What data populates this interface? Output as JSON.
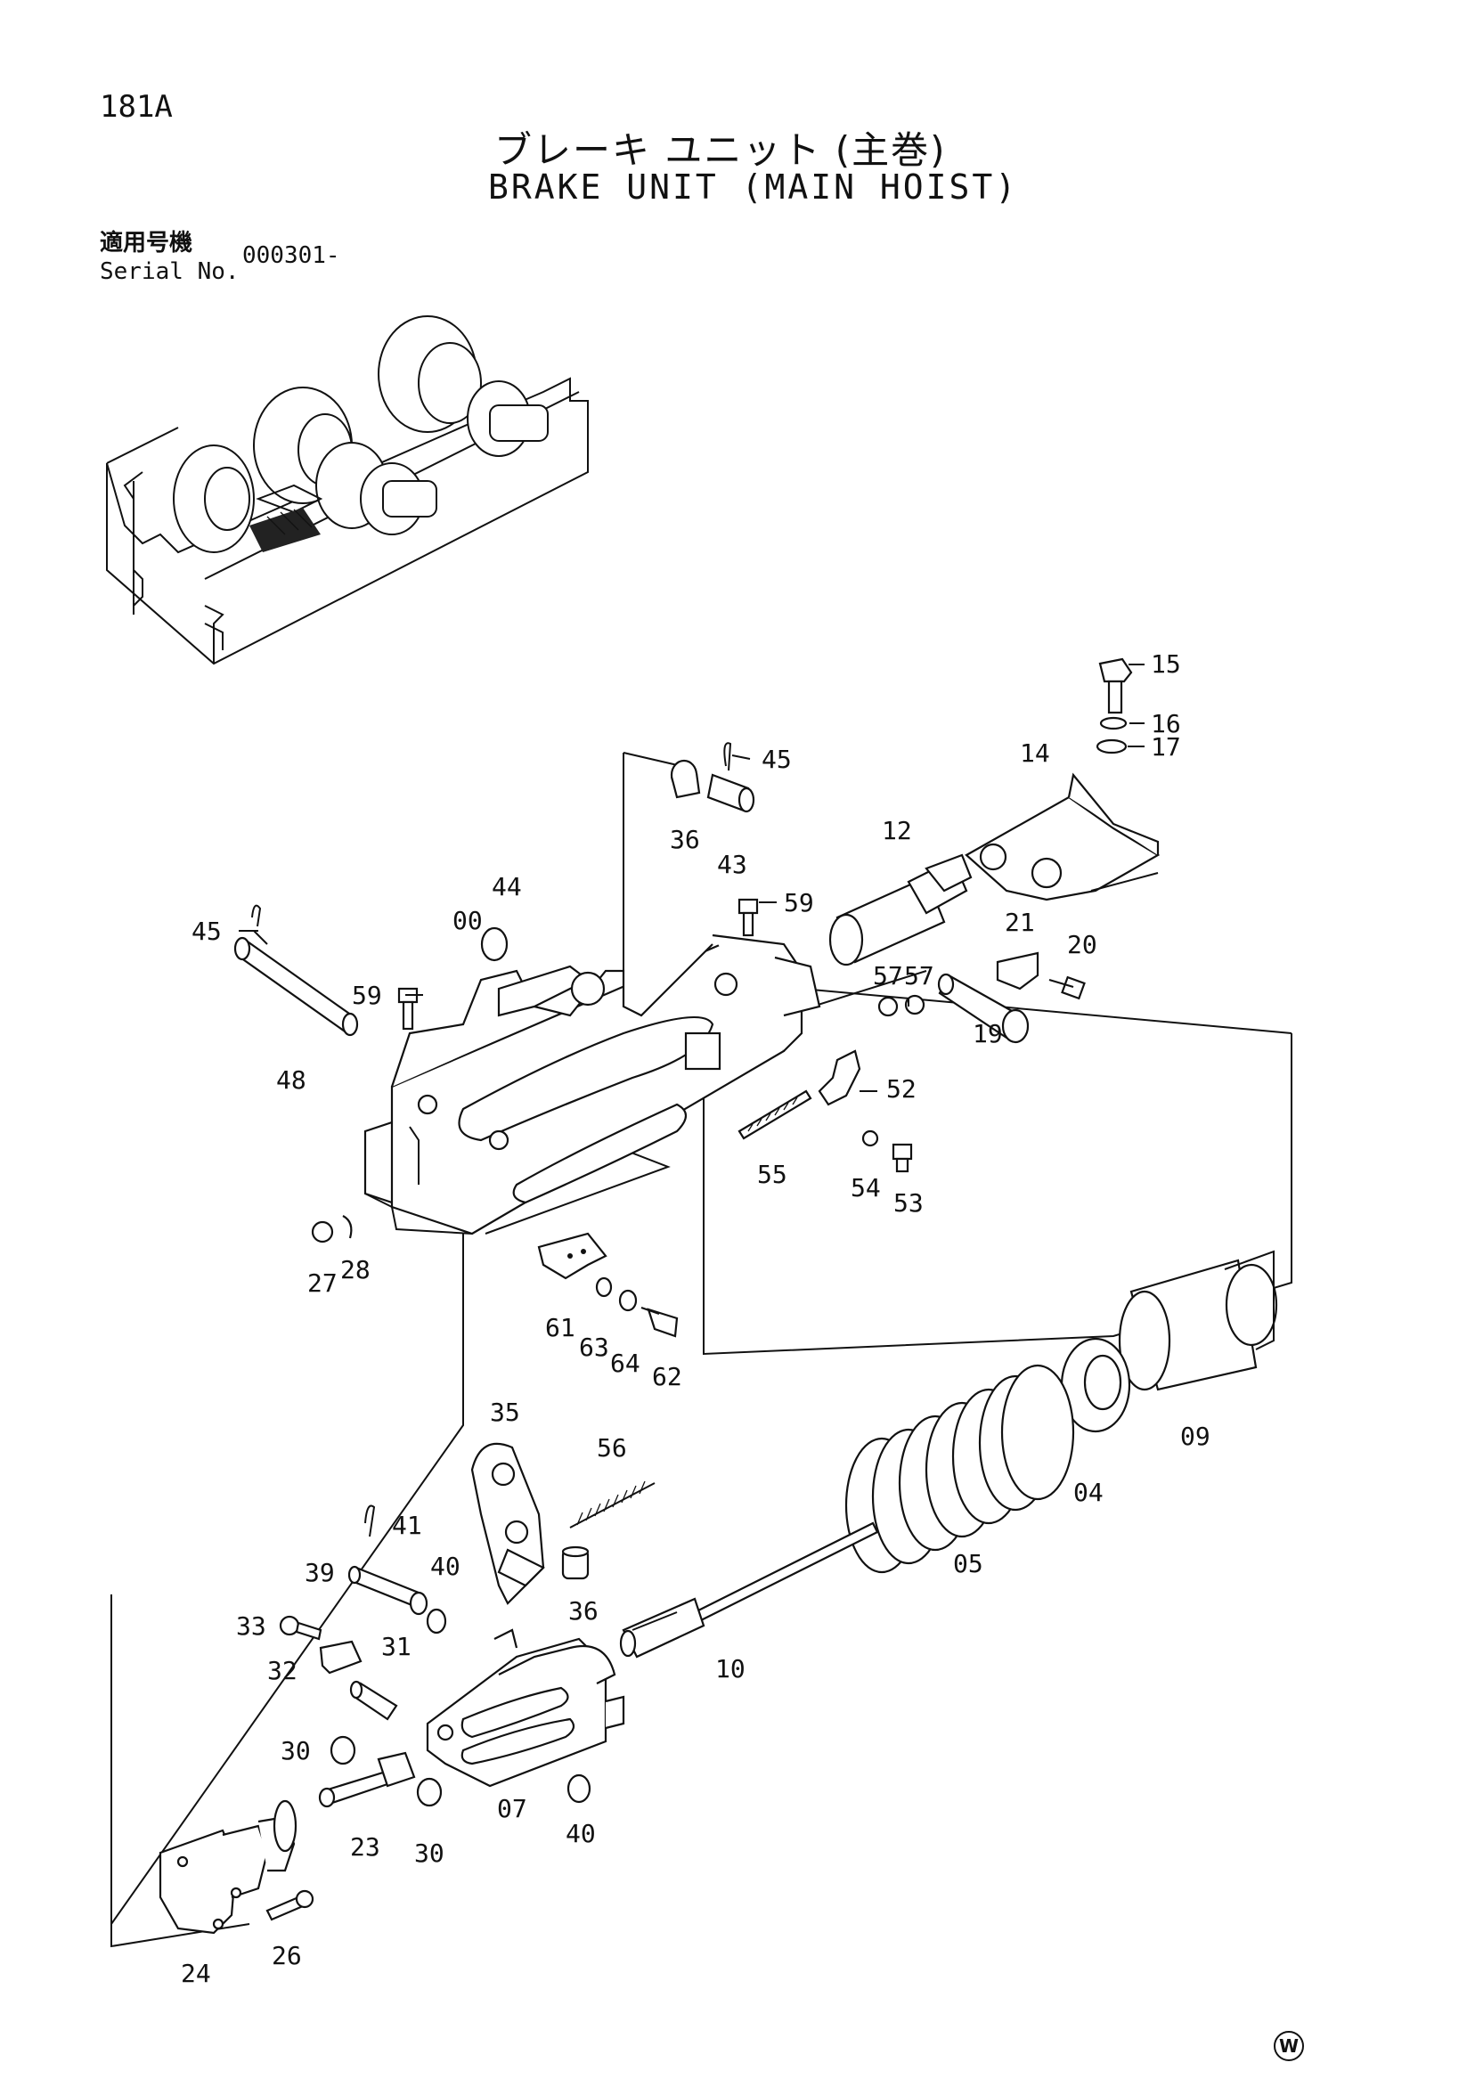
{
  "header": {
    "page_code": "181A",
    "title_jp": "ブレーキ ユニット (主巻)",
    "title_en": "BRAKE UNIT (MAIN HOIST)",
    "serial_label_jp": "適用号機",
    "serial_label_en": "Serial No.",
    "serial_value": "000301-"
  },
  "parts": [
    {
      "id": "p00",
      "label": "00"
    },
    {
      "id": "p04",
      "label": "04"
    },
    {
      "id": "p05",
      "label": "05"
    },
    {
      "id": "p07",
      "label": "07"
    },
    {
      "id": "p09",
      "label": "09"
    },
    {
      "id": "p10",
      "label": "10"
    },
    {
      "id": "p12",
      "label": "12"
    },
    {
      "id": "p14",
      "label": "14"
    },
    {
      "id": "p15",
      "label": "15"
    },
    {
      "id": "p16",
      "label": "16"
    },
    {
      "id": "p17",
      "label": "17"
    },
    {
      "id": "p19",
      "label": "19"
    },
    {
      "id": "p20",
      "label": "20"
    },
    {
      "id": "p21",
      "label": "21"
    },
    {
      "id": "p23",
      "label": "23"
    },
    {
      "id": "p24",
      "label": "24"
    },
    {
      "id": "p26",
      "label": "26"
    },
    {
      "id": "p27",
      "label": "27"
    },
    {
      "id": "p28",
      "label": "28"
    },
    {
      "id": "p30a",
      "label": "30"
    },
    {
      "id": "p30b",
      "label": "30"
    },
    {
      "id": "p31",
      "label": "31"
    },
    {
      "id": "p32",
      "label": "32"
    },
    {
      "id": "p33",
      "label": "33"
    },
    {
      "id": "p35",
      "label": "35"
    },
    {
      "id": "p36a",
      "label": "36"
    },
    {
      "id": "p36b",
      "label": "36"
    },
    {
      "id": "p39",
      "label": "39"
    },
    {
      "id": "p40a",
      "label": "40"
    },
    {
      "id": "p40b",
      "label": "40"
    },
    {
      "id": "p41",
      "label": "41"
    },
    {
      "id": "p43",
      "label": "43"
    },
    {
      "id": "p44",
      "label": "44"
    },
    {
      "id": "p45a",
      "label": "45"
    },
    {
      "id": "p45b",
      "label": "45"
    },
    {
      "id": "p48",
      "label": "48"
    },
    {
      "id": "p52",
      "label": "52"
    },
    {
      "id": "p53",
      "label": "53"
    },
    {
      "id": "p54",
      "label": "54"
    },
    {
      "id": "p55",
      "label": "55"
    },
    {
      "id": "p56",
      "label": "56"
    },
    {
      "id": "p57a",
      "label": "57"
    },
    {
      "id": "p57b",
      "label": "57"
    },
    {
      "id": "p59a",
      "label": "59"
    },
    {
      "id": "p59b",
      "label": "59"
    },
    {
      "id": "p61",
      "label": "61"
    },
    {
      "id": "p62",
      "label": "62"
    },
    {
      "id": "p63",
      "label": "63"
    },
    {
      "id": "p64",
      "label": "64"
    }
  ],
  "footer": {
    "publisher_mark": "W"
  }
}
